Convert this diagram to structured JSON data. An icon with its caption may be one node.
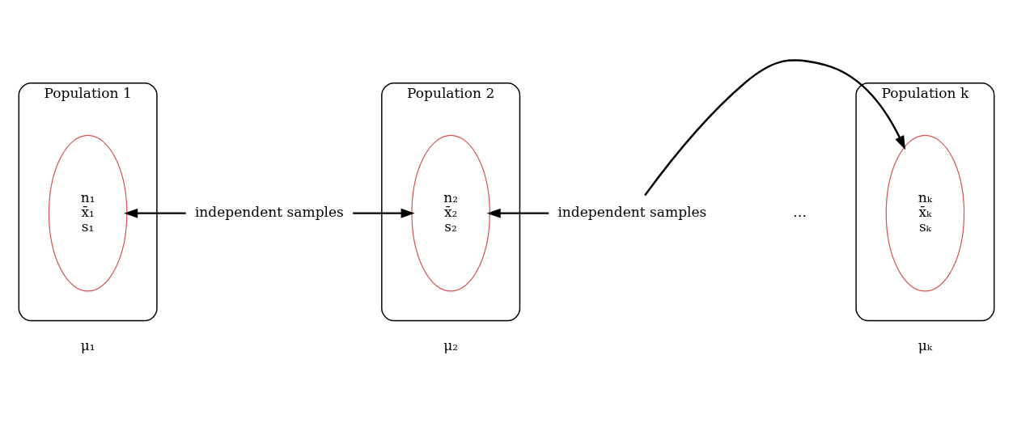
{
  "diagram": {
    "nodes": [
      {
        "text": [
          "Population 1"
        ],
        "beside": [
          "μ₁"
        ]
      },
      {
        "text": [
          "n₁",
          "x̄₁",
          "s₁"
        ],
        "in": 0
      },
      {
        "text": [
          "independent samples"
        ]
      },
      {
        "text": [
          "Population 2"
        ],
        "beside": [
          "μ₂"
        ]
      },
      {
        "text": [
          "n₂",
          "x̄₂",
          "s₂"
        ],
        "in": 3
      },
      {
        "text": [
          "independent samples"
        ]
      },
      {
        "text": [
          "Population k"
        ],
        "beside": [
          "μₖ"
        ]
      },
      {
        "text": [
          "nₖ",
          "x̄ₖ",
          "sₖ"
        ],
        "in": 6
      }
    ],
    "edges": [
      {
        "from": 2,
        "to": 1,
        "arrow": "to"
      },
      {
        "from": 2,
        "to": 4,
        "arrow": "to"
      },
      {
        "from": 5,
        "to": 4,
        "arrow": "to"
      },
      {
        "from": 5,
        "to": 7,
        "arrow": "to"
      }
    ],
    "labels": [
      "…"
    ]
  }
}
